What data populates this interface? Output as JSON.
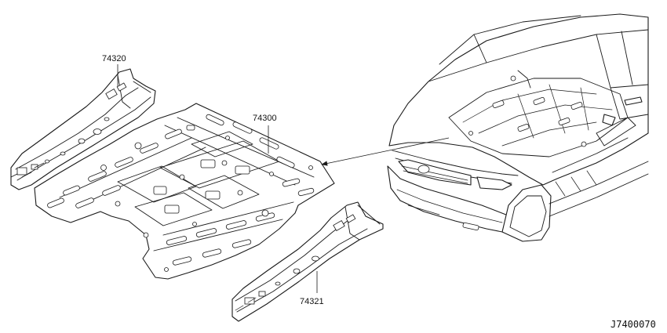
{
  "diagram": {
    "drawing_code": "J7400070",
    "callouts": [
      {
        "id": "floor-rail-left",
        "label": "74320"
      },
      {
        "id": "floor-panel",
        "label": "74300"
      },
      {
        "id": "floor-rail-right",
        "label": "74321"
      }
    ]
  },
  "colors": {
    "ink": "#1a1a1a",
    "background": "#ffffff"
  }
}
